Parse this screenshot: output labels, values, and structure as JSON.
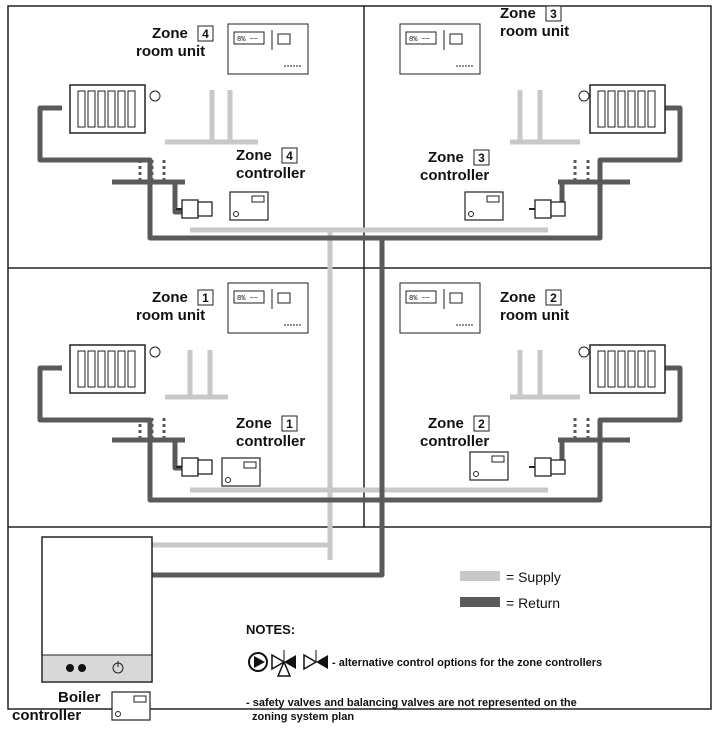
{
  "zones": {
    "z4": {
      "num": "4",
      "room_label": "room unit",
      "ctrl_label": "controller",
      "word": "Zone"
    },
    "z3": {
      "num": "3",
      "room_label": "room unit",
      "ctrl_label": "controller",
      "word": "Zone"
    },
    "z1": {
      "num": "1",
      "room_label": "room unit",
      "ctrl_label": "controller",
      "word": "Zone"
    },
    "z2": {
      "num": "2",
      "room_label": "room unit",
      "ctrl_label": "controller",
      "word": "Zone"
    }
  },
  "boiler": {
    "line1": "Boiler",
    "line2": "controller"
  },
  "legend": {
    "supply": "= Supply",
    "return": "= Return"
  },
  "notes": {
    "title": "NOTES:",
    "line1": "- alternative control options for the zone controllers",
    "line2": "- safety valves and balancing valves are not represented on the",
    "line3": "zoning system plan"
  },
  "colors": {
    "supply": "#c8c8c8",
    "return": "#5a5a5a",
    "border": "#222222"
  }
}
